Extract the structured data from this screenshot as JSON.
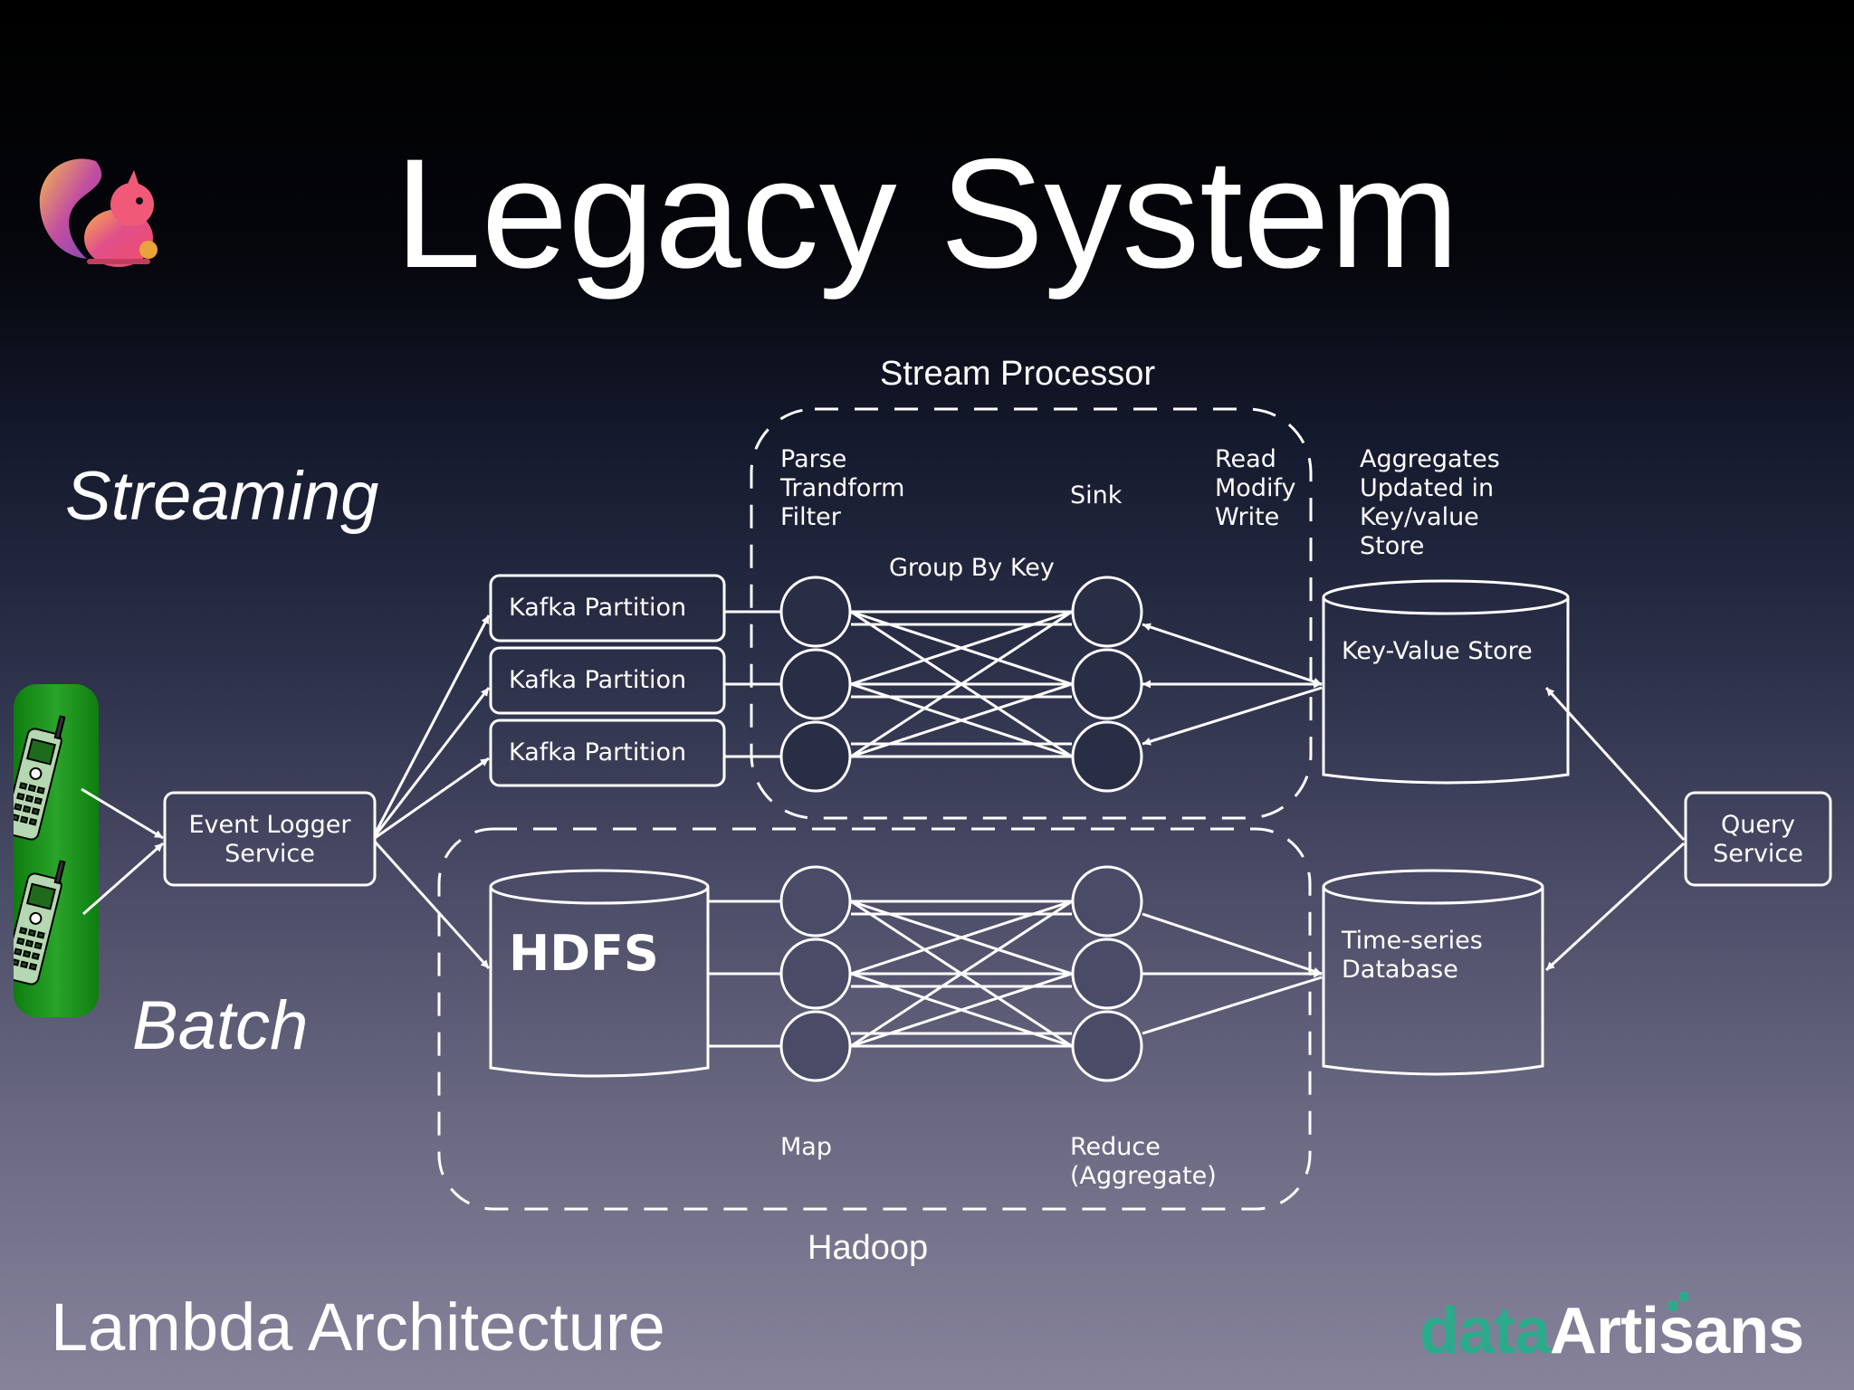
{
  "title": "Legacy System",
  "labels": {
    "streaming": "Streaming",
    "batch": "Batch",
    "stream_processor": "Stream Processor",
    "hadoop": "Hadoop",
    "footer": "Lambda Architecture"
  },
  "logo": {
    "part1": "data",
    "part2": "Artisans",
    "part1_color": "#2cab8c",
    "part2_color": "#ffffff"
  },
  "nodes": {
    "event_logger": [
      "Event Logger",
      "Service"
    ],
    "kafka": [
      "Kafka Partition",
      "Kafka Partition",
      "Kafka Partition"
    ],
    "hdfs": "HDFS",
    "kv_store": "Key-Value Store",
    "tsdb": [
      "Time-series",
      "Database"
    ],
    "query": [
      "Query",
      "Service"
    ]
  },
  "annotations": {
    "parse": [
      "Parse",
      "Trandform",
      "Filter"
    ],
    "sink": "Sink",
    "rmw": [
      "Read",
      "Modify",
      "Write"
    ],
    "aggregates": [
      "Aggregates",
      "Updated in",
      "Key/value",
      "Store"
    ],
    "group_by": "Group By Key",
    "map": "Map",
    "reduce": [
      "Reduce",
      "(Aggregate)"
    ]
  }
}
